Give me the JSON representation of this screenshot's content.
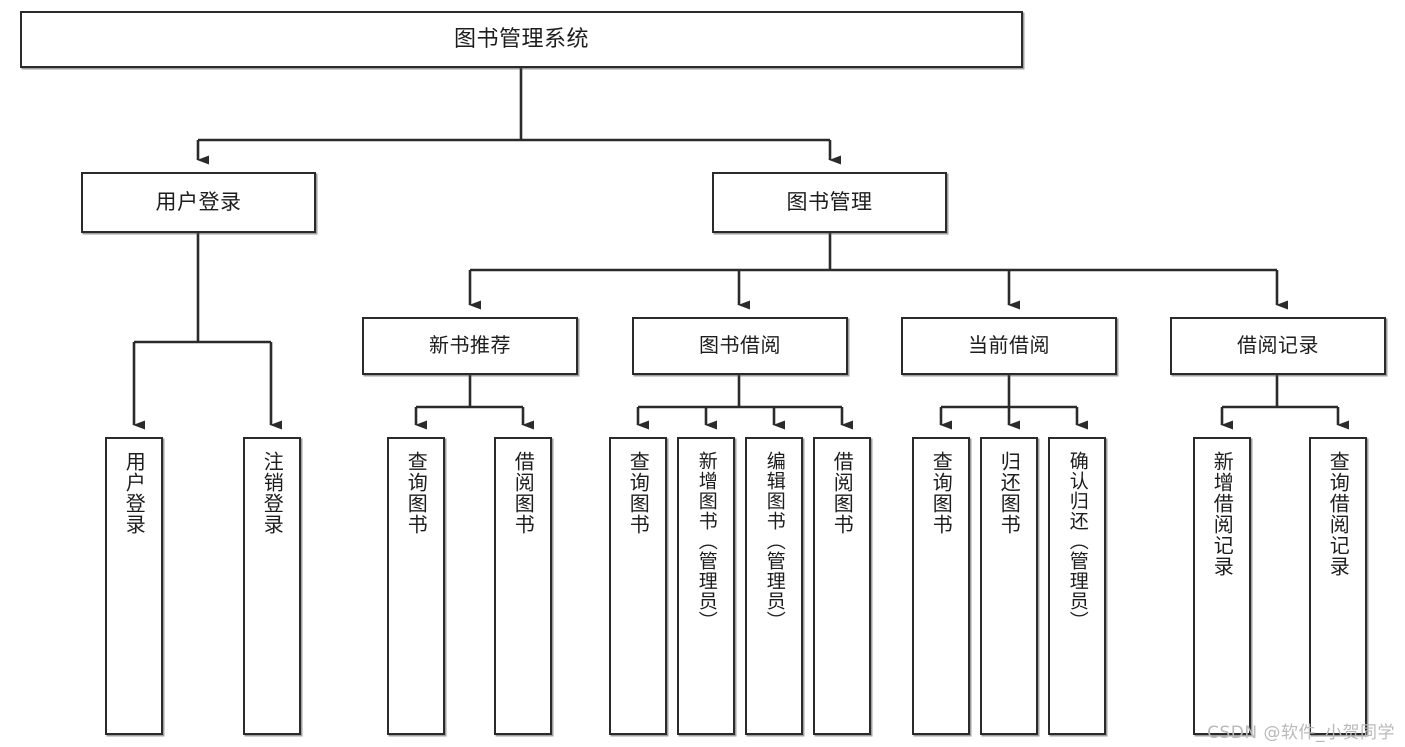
{
  "diagram": {
    "title": "图书管理系统",
    "watermark": "CSDN @软件_小贺同学",
    "colors": {
      "background": "#ffffff",
      "node_border": "#2b2b2b",
      "node_fill": "#ffffff",
      "connector": "#2b2b2b",
      "text": "#1d1d1d",
      "watermark": "#b9b9b9"
    },
    "root": {
      "label": "图书管理系统"
    },
    "level2": [
      {
        "label": "用户登录"
      },
      {
        "label": "图书管理"
      }
    ],
    "level3": [
      {
        "label": "新书推荐"
      },
      {
        "label": "图书借阅"
      },
      {
        "label": "当前借阅"
      },
      {
        "label": "借阅记录"
      }
    ],
    "leaves": {
      "user_login": [
        {
          "label": "用户登录"
        },
        {
          "label": "注销登录"
        }
      ],
      "new_book_recommend": [
        {
          "label": "查询图书"
        },
        {
          "label": "借阅图书"
        }
      ],
      "book_borrow": [
        {
          "label": "查询图书"
        },
        {
          "label": "新增图书（管理员）"
        },
        {
          "label": "编辑图书（管理员）"
        },
        {
          "label": "借阅图书"
        }
      ],
      "current_borrow": [
        {
          "label": "查询图书"
        },
        {
          "label": "归还图书"
        },
        {
          "label": "确认归还（管理员）"
        }
      ],
      "borrow_record": [
        {
          "label": "新增借阅记录"
        },
        {
          "label": "查询借阅记录"
        }
      ]
    }
  }
}
